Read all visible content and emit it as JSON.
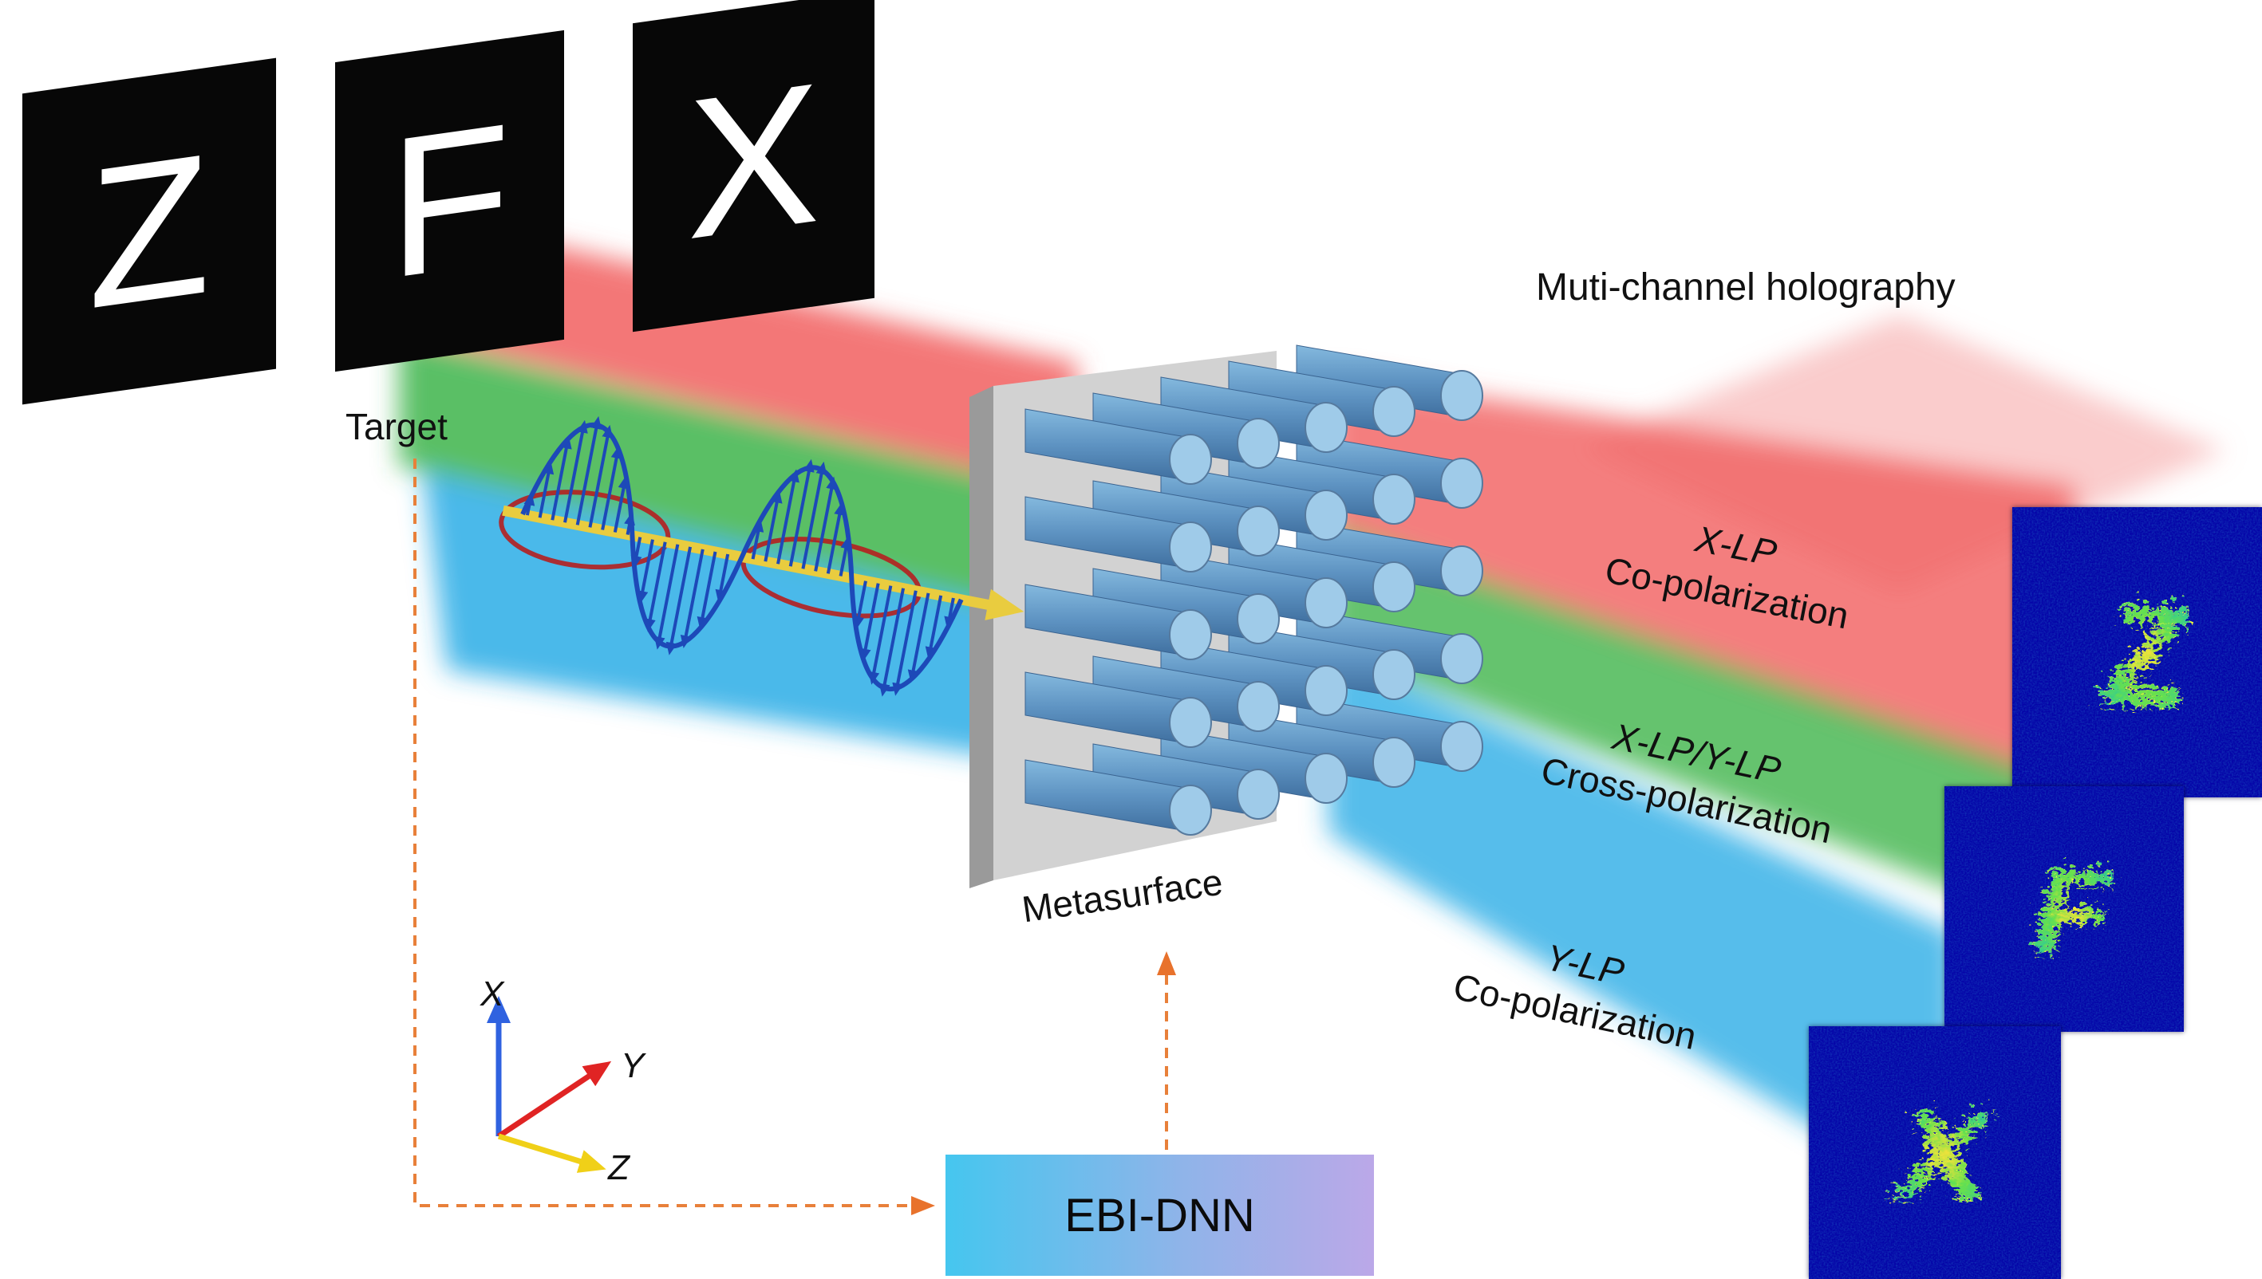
{
  "title": "Muti-channel holography",
  "target": {
    "label": "Target",
    "panels": [
      {
        "letter": "Z"
      },
      {
        "letter": "F"
      },
      {
        "letter": "X"
      }
    ]
  },
  "metasurface": {
    "label": "Metasurface"
  },
  "beams": [
    {
      "line1": "X-LP",
      "line2": "Co-polarization",
      "color": "#f15f5f"
    },
    {
      "line1": "X-LP/Y-LP",
      "line2": "Cross-polarization",
      "color": "#3db44b"
    },
    {
      "line1": "Y-LP",
      "line2": "Co-polarization",
      "color": "#2aade6"
    }
  ],
  "holograms": [
    {
      "letter": "Z"
    },
    {
      "letter": "F"
    },
    {
      "letter": "X"
    }
  ],
  "axes": {
    "x": "X",
    "y": "Y",
    "z": "Z",
    "x_color": "#2f62e0",
    "y_color": "#e02424",
    "z_color": "#f0d018"
  },
  "network": {
    "label": "EBI-DNN"
  },
  "connector_color": "#e8722c"
}
